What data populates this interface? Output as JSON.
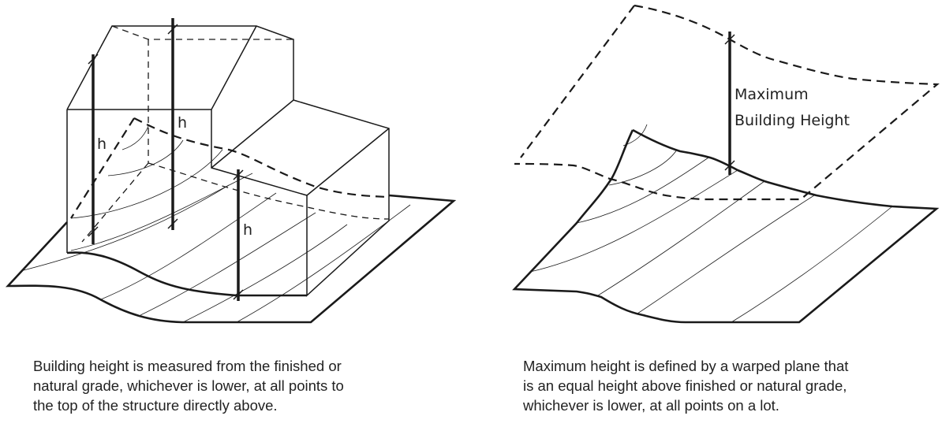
{
  "left_diagram": {
    "height_labels": [
      "h",
      "h",
      "h"
    ],
    "caption_lines": [
      "Building height is measured from the finished or",
      "natural grade, whichever is lower, at all points to",
      "the top of the structure directly above."
    ]
  },
  "right_diagram": {
    "label_lines": [
      "Maximum",
      "Building Height"
    ],
    "caption_lines": [
      "Maximum height is defined by a warped plane that",
      "is an equal height above finished or natural grade,",
      "whichever is lower, at all points on a lot."
    ]
  },
  "colors": {
    "ink": "#1a1a1a",
    "background": "#ffffff"
  }
}
